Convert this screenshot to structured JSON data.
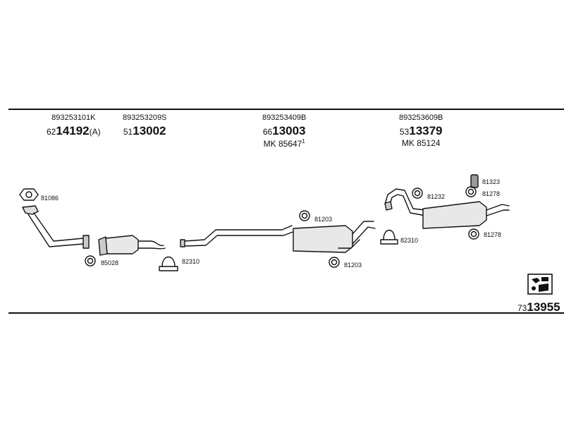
{
  "groups": [
    {
      "code": "893253101K",
      "part_prefix": "62",
      "part_number": "14192",
      "part_suffix": "(A)"
    },
    {
      "code": "893253209S",
      "part_prefix": "51",
      "part_number": "13002",
      "part_suffix": ""
    },
    {
      "code": "893253409B",
      "part_prefix": "66",
      "part_number": "13003",
      "part_suffix": "",
      "mk_label": "MK 85647",
      "mk_note": "1"
    },
    {
      "code": "893253609B",
      "part_prefix": "53",
      "part_number": "13379",
      "part_suffix": "",
      "mk_label": "MK 85124"
    }
  ],
  "components": {
    "c81086": "81086",
    "c85028": "85028",
    "c82310a": "82310",
    "c81203a": "81203",
    "c81203b": "81203",
    "c82310b": "82310",
    "c81232": "81232",
    "c81323": "81323",
    "c81278a": "81278",
    "c81278b": "81278"
  },
  "reference": {
    "prefix": "73",
    "number": "13955"
  }
}
